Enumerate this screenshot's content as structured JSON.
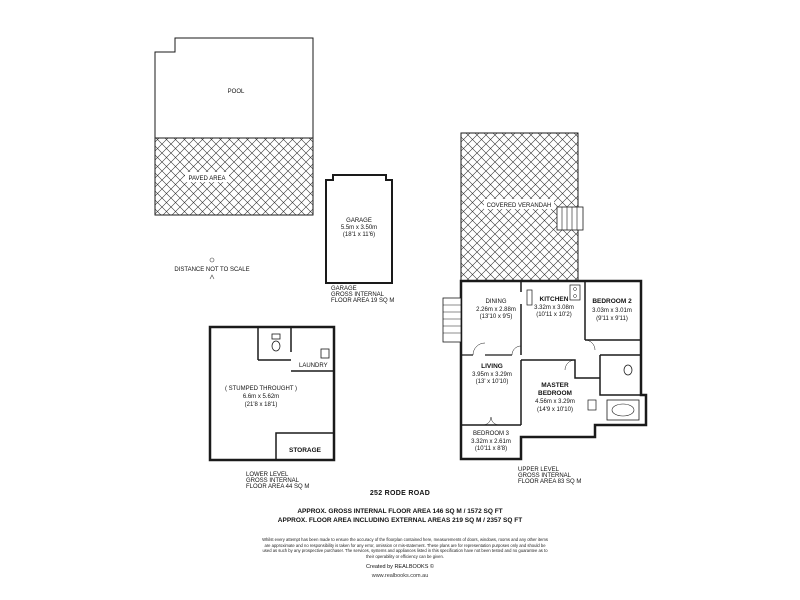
{
  "exterior": {
    "pool": "POOL",
    "paved_area": "PAVED AREA",
    "covered_verandah": "COVERED VERANDAH",
    "distance_note": "DISTANCE NOT TO SCALE"
  },
  "garage": {
    "name": "GARAGE",
    "dims": "5.5m x 3.50m",
    "dims_imperial": "(18'1 x 11'6)",
    "area_line1": "GARAGE",
    "area_line2": "GROSS INTERNAL",
    "area_line3": "FLOOR AREA 19 SQ M"
  },
  "lower_level": {
    "room_name": "( STUMPED THROUGHT )",
    "room_dims": "6.6m x 5.62m",
    "room_dims_imperial": "(21'8 x 18'1)",
    "laundry": "LAUNDRY",
    "storage": "STORAGE",
    "area_line1": "LOWER LEVEL",
    "area_line2": "GROSS INTERNAL",
    "area_line3": "FLOOR AREA 44 SQ M"
  },
  "upper_level": {
    "dining": {
      "name": "DINING",
      "dims": "2.26m x 2.88m",
      "imperial": "(13'10 x 9'5)"
    },
    "kitchen": {
      "name": "KITCHEN",
      "dims": "3.32m x 3.08m",
      "imperial": "(10'11 x 10'2)"
    },
    "bedroom2": {
      "name": "BEDROOM 2",
      "dims": "3.03m x 3.01m",
      "imperial": "(9'11 x 9'11)"
    },
    "living": {
      "name": "LIVING",
      "dims": "3.95m x 3.29m",
      "imperial": "(13' x 10'10)"
    },
    "master": {
      "name1": "MASTER",
      "name2": "BEDROOM",
      "dims": "4.56m x 3.29m",
      "imperial": "(14'9 x 10'10)"
    },
    "bedroom3": {
      "name": "BEDROOM 3",
      "dims": "3.32m x 2.61m",
      "imperial": "(10'11 x 8'8)"
    },
    "area_line1": "UPPER LEVEL",
    "area_line2": "GROSS INTERNAL",
    "area_line3": "FLOOR AREA 83 SQ M"
  },
  "footer": {
    "address": "252 RODE ROAD",
    "gross_area": "APPROX. GROSS INTERNAL FLOOR AREA 146 SQ M / 1572 SQ FT",
    "external_area": "APPROX. FLOOR AREA INCLUDING EXTERNAL AREAS 219 SQ M / 2357 SQ FT",
    "disclaimer": "Whilst every attempt has been made to ensure the accuracy of the floorplan contained here, measurements of doors, windows, rooms and any other items are approximate and no responsibility is taken for any error, omission or mis-statement. These plans are for representation purposes only and should be used as such by any prospective purchaser. The services, systems and appliances listed in this specification have not been tested and no guarantee as to their operability or efficiency can be given.",
    "credit": "Created by REALBOOKS ©",
    "url": "www.realbooks.com.au"
  },
  "colors": {
    "line": "#1a1a1a",
    "hatch": "#333333"
  }
}
